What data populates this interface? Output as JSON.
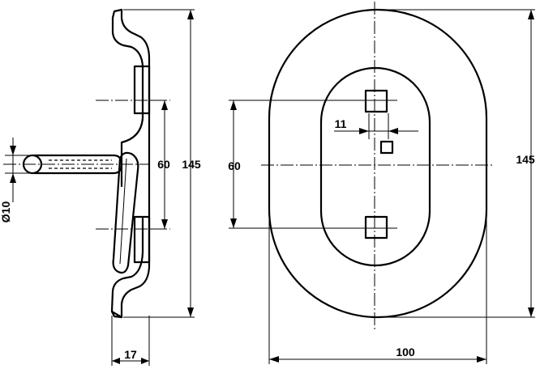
{
  "drawing": {
    "side_view": {
      "dim_diameter": "Ø10",
      "dim_height_inner": "60",
      "dim_height_total": "145",
      "dim_thickness": "17"
    },
    "front_view": {
      "dim_height_inner": "60",
      "dim_height_total": "145",
      "dim_width_total": "100",
      "dim_slot": "11"
    }
  }
}
